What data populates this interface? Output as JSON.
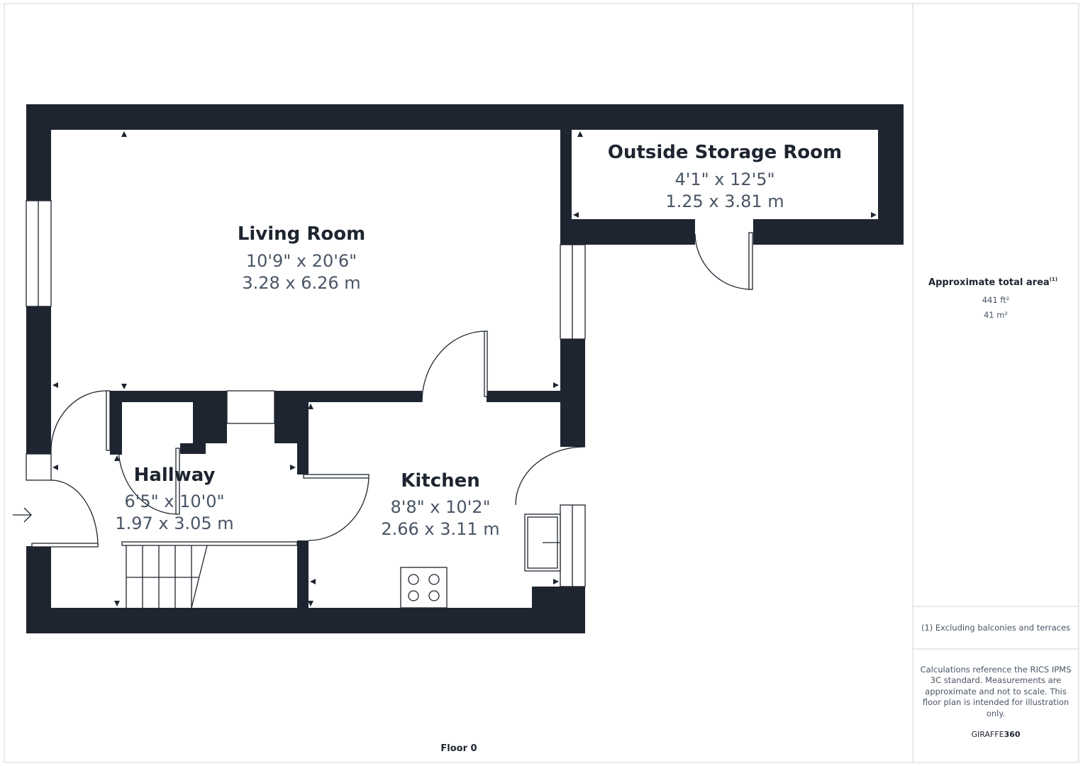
{
  "floor_label": "Floor 0",
  "rooms": [
    {
      "name": "Living Room",
      "imperial": "10'9\" x 20'6\"",
      "metric": "3.28 x 6.26 m"
    },
    {
      "name": "Outside Storage Room",
      "imperial": "4'1\" x 12'5\"",
      "metric": "1.25 x 3.81 m"
    },
    {
      "name": "Hallway",
      "imperial": "6'5\" x 10'0\"",
      "metric": "1.97 x 3.05 m"
    },
    {
      "name": "Kitchen",
      "imperial": "8'8\" x 10'2\"",
      "metric": "2.66 x 3.11 m"
    }
  ],
  "summary": {
    "title": "Approximate total area",
    "title_note": "(1)",
    "area_ft": "441 ft²",
    "area_m": "41 m²",
    "footnote": "(1) Excluding balconies and terraces",
    "disclaimer": [
      "Calculations reference the RICS IPMS",
      "3C standard. Measurements are",
      "approximate and not to scale. This",
      "floor plan is intended for illustration",
      "only."
    ],
    "brand_light": "GIRAFFE",
    "brand_bold": "360"
  },
  "colors": {
    "wall": "#1e2530",
    "text": "#4a5566"
  },
  "icons": [
    "entrance-arrow-icon"
  ]
}
